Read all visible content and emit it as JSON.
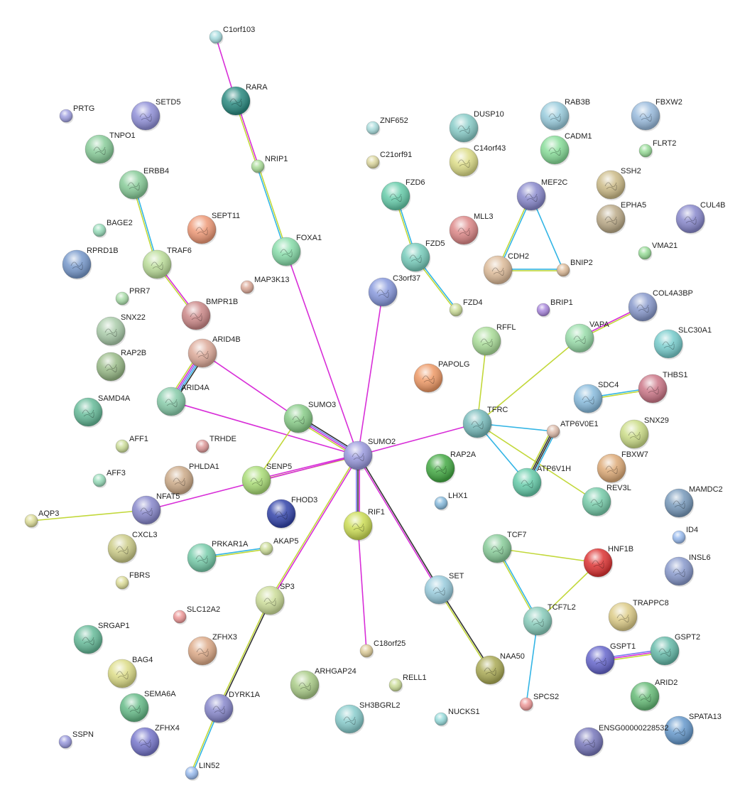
{
  "edge_colors": {
    "experiments": "#d82ed8",
    "textmining": "#c2d83a",
    "database": "#33b5e5",
    "coexpression": "#333333",
    "cooccurrence": "#7a7af0"
  },
  "nodes": [
    {
      "id": "C1orf103",
      "color": "#a8dde0"
    },
    {
      "id": "RARA",
      "color": "#2a8a80"
    },
    {
      "id": "PRTG",
      "color": "#a0a0e0"
    },
    {
      "id": "SETD5",
      "color": "#9090d8"
    },
    {
      "id": "TNPO1",
      "color": "#88cc99"
    },
    {
      "id": "ZNF652",
      "color": "#aadddd"
    },
    {
      "id": "DUSP10",
      "color": "#88ccc8"
    },
    {
      "id": "RAB3B",
      "color": "#99ccdd"
    },
    {
      "id": "FBXW2",
      "color": "#99bbdd"
    },
    {
      "id": "C21orf91",
      "color": "#ddd8a0"
    },
    {
      "id": "C14orf43",
      "color": "#dddd88"
    },
    {
      "id": "CADM1",
      "color": "#88dd99"
    },
    {
      "id": "FLRT2",
      "color": "#99dd99"
    },
    {
      "id": "NRIP1",
      "color": "#aadd99"
    },
    {
      "id": "ERBB4",
      "color": "#88cc99"
    },
    {
      "id": "FZD6",
      "color": "#66ccaa"
    },
    {
      "id": "MEF2C",
      "color": "#8888cc"
    },
    {
      "id": "SSH2",
      "color": "#ccbb88"
    },
    {
      "id": "BAGE2",
      "color": "#99ddbb"
    },
    {
      "id": "SEPT11",
      "color": "#ee9977"
    },
    {
      "id": "EPHA5",
      "color": "#bbaa88"
    },
    {
      "id": "CUL4B",
      "color": "#8888cc"
    },
    {
      "id": "MLL3",
      "color": "#dd8888"
    },
    {
      "id": "RPRD1B",
      "color": "#7799cc"
    },
    {
      "id": "TRAF6",
      "color": "#bbdd99"
    },
    {
      "id": "FOXA1",
      "color": "#88ddaa"
    },
    {
      "id": "FZD5",
      "color": "#77ccbb"
    },
    {
      "id": "VMA21",
      "color": "#99dd99"
    },
    {
      "id": "CDH2",
      "color": "#ddbb99"
    },
    {
      "id": "BNIP2",
      "color": "#ddbb99"
    },
    {
      "id": "MAP3K13",
      "color": "#ddaa99"
    },
    {
      "id": "C3orf37",
      "color": "#8899dd"
    },
    {
      "id": "PRR7",
      "color": "#aaddaa"
    },
    {
      "id": "BMPR1B",
      "color": "#cc8888"
    },
    {
      "id": "FZD4",
      "color": "#ccdd99"
    },
    {
      "id": "BRIP1",
      "color": "#aa88dd"
    },
    {
      "id": "COL4A3BP",
      "color": "#8899cc"
    },
    {
      "id": "SNX22",
      "color": "#aaccaa"
    },
    {
      "id": "ARID4B",
      "color": "#ddaa99"
    },
    {
      "id": "RFFL",
      "color": "#aadd99"
    },
    {
      "id": "VAPA",
      "color": "#99ddaa"
    },
    {
      "id": "SLC30A1",
      "color": "#77cccc"
    },
    {
      "id": "RAP2B",
      "color": "#99bb88"
    },
    {
      "id": "PAPOLG",
      "color": "#ee9966"
    },
    {
      "id": "SAMD4A",
      "color": "#66bb99"
    },
    {
      "id": "ARID4A",
      "color": "#88ccaa"
    },
    {
      "id": "SDC4",
      "color": "#88bbdd"
    },
    {
      "id": "THBS1",
      "color": "#cc7788"
    },
    {
      "id": "SUMO3",
      "color": "#88cc88"
    },
    {
      "id": "TFRC",
      "color": "#77bbbb"
    },
    {
      "id": "ATP6V0E1",
      "color": "#ddbbaa"
    },
    {
      "id": "SNX29",
      "color": "#ccdd88"
    },
    {
      "id": "AFF1",
      "color": "#ccdd99"
    },
    {
      "id": "TRHDE",
      "color": "#dd9999"
    },
    {
      "id": "SUMO2",
      "color": "#9999dd"
    },
    {
      "id": "RAP2A",
      "color": "#44aa44"
    },
    {
      "id": "FBXW7",
      "color": "#ddaa77"
    },
    {
      "id": "AFF3",
      "color": "#99ddbb"
    },
    {
      "id": "PHLDA1",
      "color": "#ccaa88"
    },
    {
      "id": "SENP5",
      "color": "#aadd77"
    },
    {
      "id": "ATP6V1H",
      "color": "#66ccaa"
    },
    {
      "id": "REV3L",
      "color": "#77ccaa"
    },
    {
      "id": "MAMDC2",
      "color": "#7799bb"
    },
    {
      "id": "AQP3",
      "color": "#dddd99"
    },
    {
      "id": "NFAT5",
      "color": "#8888cc"
    },
    {
      "id": "FHOD3",
      "color": "#3344aa"
    },
    {
      "id": "LHX1",
      "color": "#88bbdd"
    },
    {
      "id": "RIF1",
      "color": "#ccdd55"
    },
    {
      "id": "ID4",
      "color": "#99bbee"
    },
    {
      "id": "CXCL3",
      "color": "#cccc88"
    },
    {
      "id": "PRKAR1A",
      "color": "#77ccaa"
    },
    {
      "id": "AKAP5",
      "color": "#ccdd99"
    },
    {
      "id": "HNF1B",
      "color": "#dd3333"
    },
    {
      "id": "TCF7",
      "color": "#88cc99"
    },
    {
      "id": "INSL6",
      "color": "#8899cc"
    },
    {
      "id": "SET",
      "color": "#99ccdd"
    },
    {
      "id": "FBRS",
      "color": "#dddd99"
    },
    {
      "id": "SP3",
      "color": "#ccdd99"
    },
    {
      "id": "TCF7L2",
      "color": "#88ccbb"
    },
    {
      "id": "SLC12A2",
      "color": "#ee9999"
    },
    {
      "id": "TRAPPC8",
      "color": "#ddcc88"
    },
    {
      "id": "SRGAP1",
      "color": "#66bb99"
    },
    {
      "id": "ZFHX3",
      "color": "#ddaa88"
    },
    {
      "id": "C18orf25",
      "color": "#ddcc99"
    },
    {
      "id": "GSPT1",
      "color": "#6666cc"
    },
    {
      "id": "GSPT2",
      "color": "#66bbaa"
    },
    {
      "id": "BAG4",
      "color": "#dddd88"
    },
    {
      "id": "NAA50",
      "color": "#aaaa55"
    },
    {
      "id": "ARHGAP24",
      "color": "#aacc88"
    },
    {
      "id": "RELL1",
      "color": "#ccdd99"
    },
    {
      "id": "ARID2",
      "color": "#66bb77"
    },
    {
      "id": "SEMA6A",
      "color": "#66bb88"
    },
    {
      "id": "DYRK1A",
      "color": "#8888cc"
    },
    {
      "id": "SPCS2",
      "color": "#ee9999"
    },
    {
      "id": "SH3BGRL2",
      "color": "#88cccc"
    },
    {
      "id": "NUCKS1",
      "color": "#99dddd"
    },
    {
      "id": "SPATA13",
      "color": "#6699cc"
    },
    {
      "id": "ENSG00000228532",
      "color": "#7777bb"
    },
    {
      "id": "ZFHX4",
      "color": "#7777cc"
    },
    {
      "id": "SSPN",
      "color": "#9999dd"
    },
    {
      "id": "LIN52",
      "color": "#99bbee"
    }
  ],
  "edges": [
    [
      "C1orf103",
      "RARA",
      [
        "experiments"
      ]
    ],
    [
      "RARA",
      "NRIP1",
      [
        "experiments",
        "textmining"
      ]
    ],
    [
      "NRIP1",
      "FOXA1",
      [
        "textmining",
        "database"
      ]
    ],
    [
      "FOXA1",
      "SUMO2",
      [
        "experiments"
      ]
    ],
    [
      "ERBB4",
      "TRAF6",
      [
        "database",
        "textmining"
      ]
    ],
    [
      "TRAF6",
      "BMPR1B",
      [
        "experiments",
        "textmining"
      ]
    ],
    [
      "ARID4B",
      "ARID4A",
      [
        "coexpression",
        "database",
        "cooccurrence",
        "experiments",
        "textmining"
      ]
    ],
    [
      "ARID4B",
      "SUMO3",
      [
        "experiments"
      ]
    ],
    [
      "ARID4A",
      "SUMO2",
      [
        "experiments"
      ]
    ],
    [
      "SUMO3",
      "SUMO2",
      [
        "coexpression",
        "cooccurrence",
        "experiments",
        "textmining"
      ]
    ],
    [
      "SUMO3",
      "SENP5",
      [
        "textmining"
      ]
    ],
    [
      "SENP5",
      "SUMO2",
      [
        "experiments",
        "textmining"
      ]
    ],
    [
      "NFAT5",
      "SUMO2",
      [
        "experiments"
      ]
    ],
    [
      "NFAT5",
      "AQP3",
      [
        "textmining"
      ]
    ],
    [
      "C3orf37",
      "SUMO2",
      [
        "experiments"
      ]
    ],
    [
      "FZD6",
      "FZD5",
      [
        "database",
        "textmining"
      ]
    ],
    [
      "FZD5",
      "FZD4",
      [
        "database",
        "textmining"
      ]
    ],
    [
      "MEF2C",
      "CDH2",
      [
        "database",
        "textmining"
      ]
    ],
    [
      "MEF2C",
      "BNIP2",
      [
        "database"
      ]
    ],
    [
      "CDH2",
      "BNIP2",
      [
        "database",
        "textmining"
      ]
    ],
    [
      "TFRC",
      "SUMO2",
      [
        "experiments"
      ]
    ],
    [
      "RFFL",
      "TFRC",
      [
        "textmining"
      ]
    ],
    [
      "VAPA",
      "TFRC",
      [
        "textmining"
      ]
    ],
    [
      "VAPA",
      "COL4A3BP",
      [
        "experiments",
        "textmining"
      ]
    ],
    [
      "SDC4",
      "THBS1",
      [
        "database",
        "textmining"
      ]
    ],
    [
      "TFRC",
      "ATP6V0E1",
      [
        "database"
      ]
    ],
    [
      "TFRC",
      "ATP6V1H",
      [
        "database"
      ]
    ],
    [
      "TFRC",
      "REV3L",
      [
        "textmining"
      ]
    ],
    [
      "ATP6V0E1",
      "ATP6V1H",
      [
        "database",
        "coexpression",
        "coexpression",
        "textmining"
      ]
    ],
    [
      "SUMO2",
      "RIF1",
      [
        "experiments",
        "coexpression",
        "cooccurrence"
      ]
    ],
    [
      "RIF1",
      "C18orf25",
      [
        "experiments"
      ]
    ],
    [
      "SUMO2",
      "SET",
      [
        "coexpression",
        "experiments"
      ]
    ],
    [
      "SET",
      "NAA50",
      [
        "coexpression",
        "textmining"
      ]
    ],
    [
      "SUMO2",
      "SP3",
      [
        "experiments",
        "textmining"
      ]
    ],
    [
      "SP3",
      "DYRK1A",
      [
        "coexpression",
        "textmining"
      ]
    ],
    [
      "DYRK1A",
      "LIN52",
      [
        "database",
        "textmining"
      ]
    ],
    [
      "PRKAR1A",
      "AKAP5",
      [
        "database",
        "textmining"
      ]
    ],
    [
      "TCF7",
      "HNF1B",
      [
        "textmining"
      ]
    ],
    [
      "TCF7",
      "TCF7L2",
      [
        "database",
        "textmining"
      ]
    ],
    [
      "HNF1B",
      "TCF7L2",
      [
        "textmining"
      ]
    ],
    [
      "TCF7L2",
      "SPCS2",
      [
        "database"
      ]
    ],
    [
      "GSPT1",
      "GSPT2",
      [
        "cooccurrence",
        "experiments",
        "textmining"
      ]
    ]
  ]
}
